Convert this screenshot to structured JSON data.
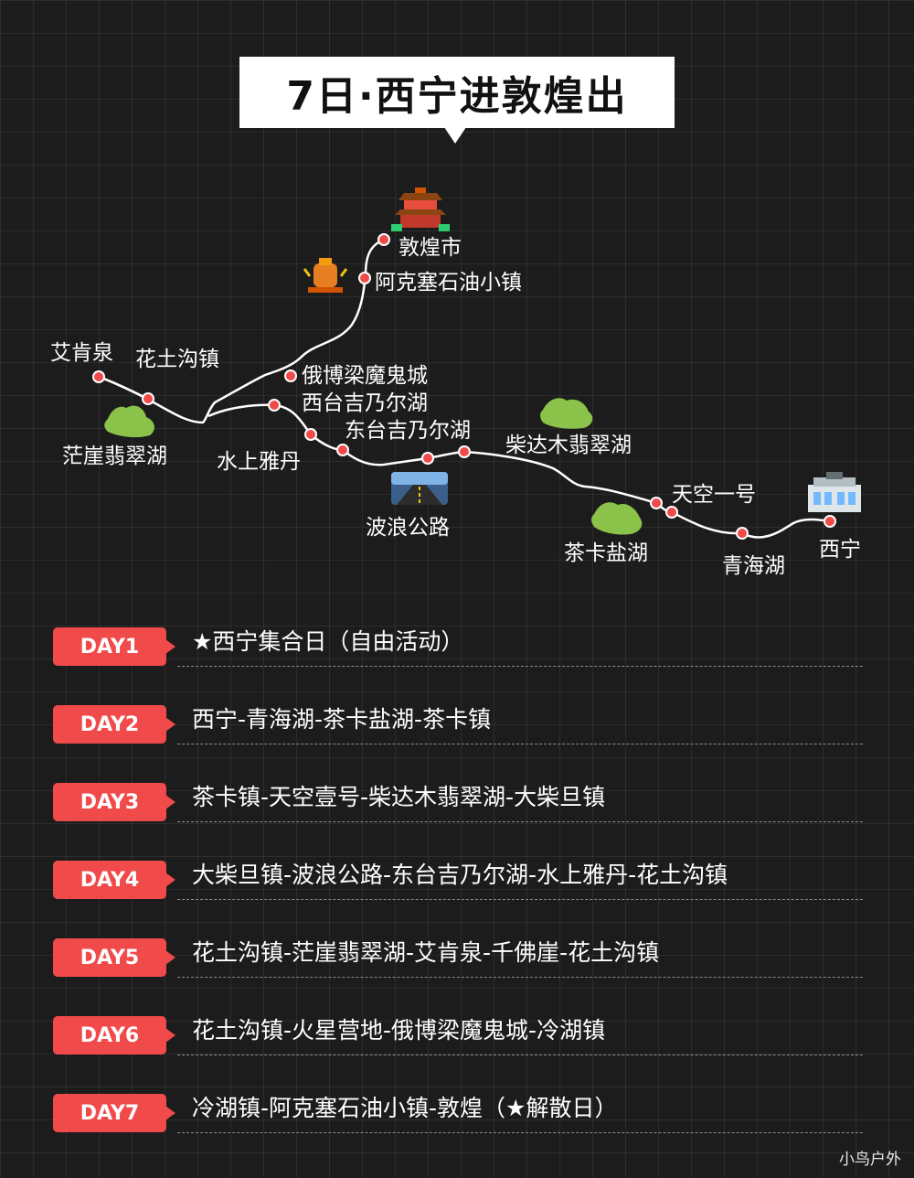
{
  "title": "7日·西宁进敦煌出",
  "map": {
    "stops": [
      {
        "id": "dunhuang",
        "name": "敦煌市"
      },
      {
        "id": "akesai",
        "name": "阿克塞石油小镇"
      },
      {
        "id": "aikenquan",
        "name": "艾肯泉"
      },
      {
        "id": "huatugou",
        "name": "花土沟镇"
      },
      {
        "id": "ebo",
        "name": "俄博梁魔鬼城"
      },
      {
        "id": "xitai",
        "name": "西台吉乃尔湖"
      },
      {
        "id": "dongtai",
        "name": "东台吉乃尔湖"
      },
      {
        "id": "mangya",
        "name": "茫崖翡翠湖"
      },
      {
        "id": "shuishang",
        "name": "水上雅丹"
      },
      {
        "id": "chaidamu",
        "name": "柴达木翡翠湖"
      },
      {
        "id": "bolang",
        "name": "波浪公路"
      },
      {
        "id": "tiankong",
        "name": "天空一号"
      },
      {
        "id": "chaka",
        "name": "茶卡盐湖"
      },
      {
        "id": "qinghai",
        "name": "青海湖"
      },
      {
        "id": "xining",
        "name": "西宁"
      }
    ],
    "icons": [
      "pagoda-icon",
      "oil-pump-icon",
      "lake-shape-icon",
      "road-icon",
      "station-building-icon"
    ]
  },
  "days": [
    {
      "label": "DAY1",
      "route": "★西宁集合日（自由活动）"
    },
    {
      "label": "DAY2",
      "route": "西宁-青海湖-茶卡盐湖-茶卡镇"
    },
    {
      "label": "DAY3",
      "route": "茶卡镇-天空壹号-柴达木翡翠湖-大柴旦镇"
    },
    {
      "label": "DAY4",
      "route": "大柴旦镇-波浪公路-东台吉乃尔湖-水上雅丹-花土沟镇"
    },
    {
      "label": "DAY5",
      "route": "花土沟镇-茫崖翡翠湖-艾肯泉-千佛崖-花土沟镇"
    },
    {
      "label": "DAY6",
      "route": "花土沟镇-火星营地-俄博梁魔鬼城-冷湖镇"
    },
    {
      "label": "DAY7",
      "route": "冷湖镇-阿克塞石油小镇-敦煌（★解散日）"
    }
  ],
  "colors": {
    "accent": "#f04a4a",
    "background": "#1c1c1c",
    "route": "#ffffff"
  },
  "watermark": "小鸟户外"
}
